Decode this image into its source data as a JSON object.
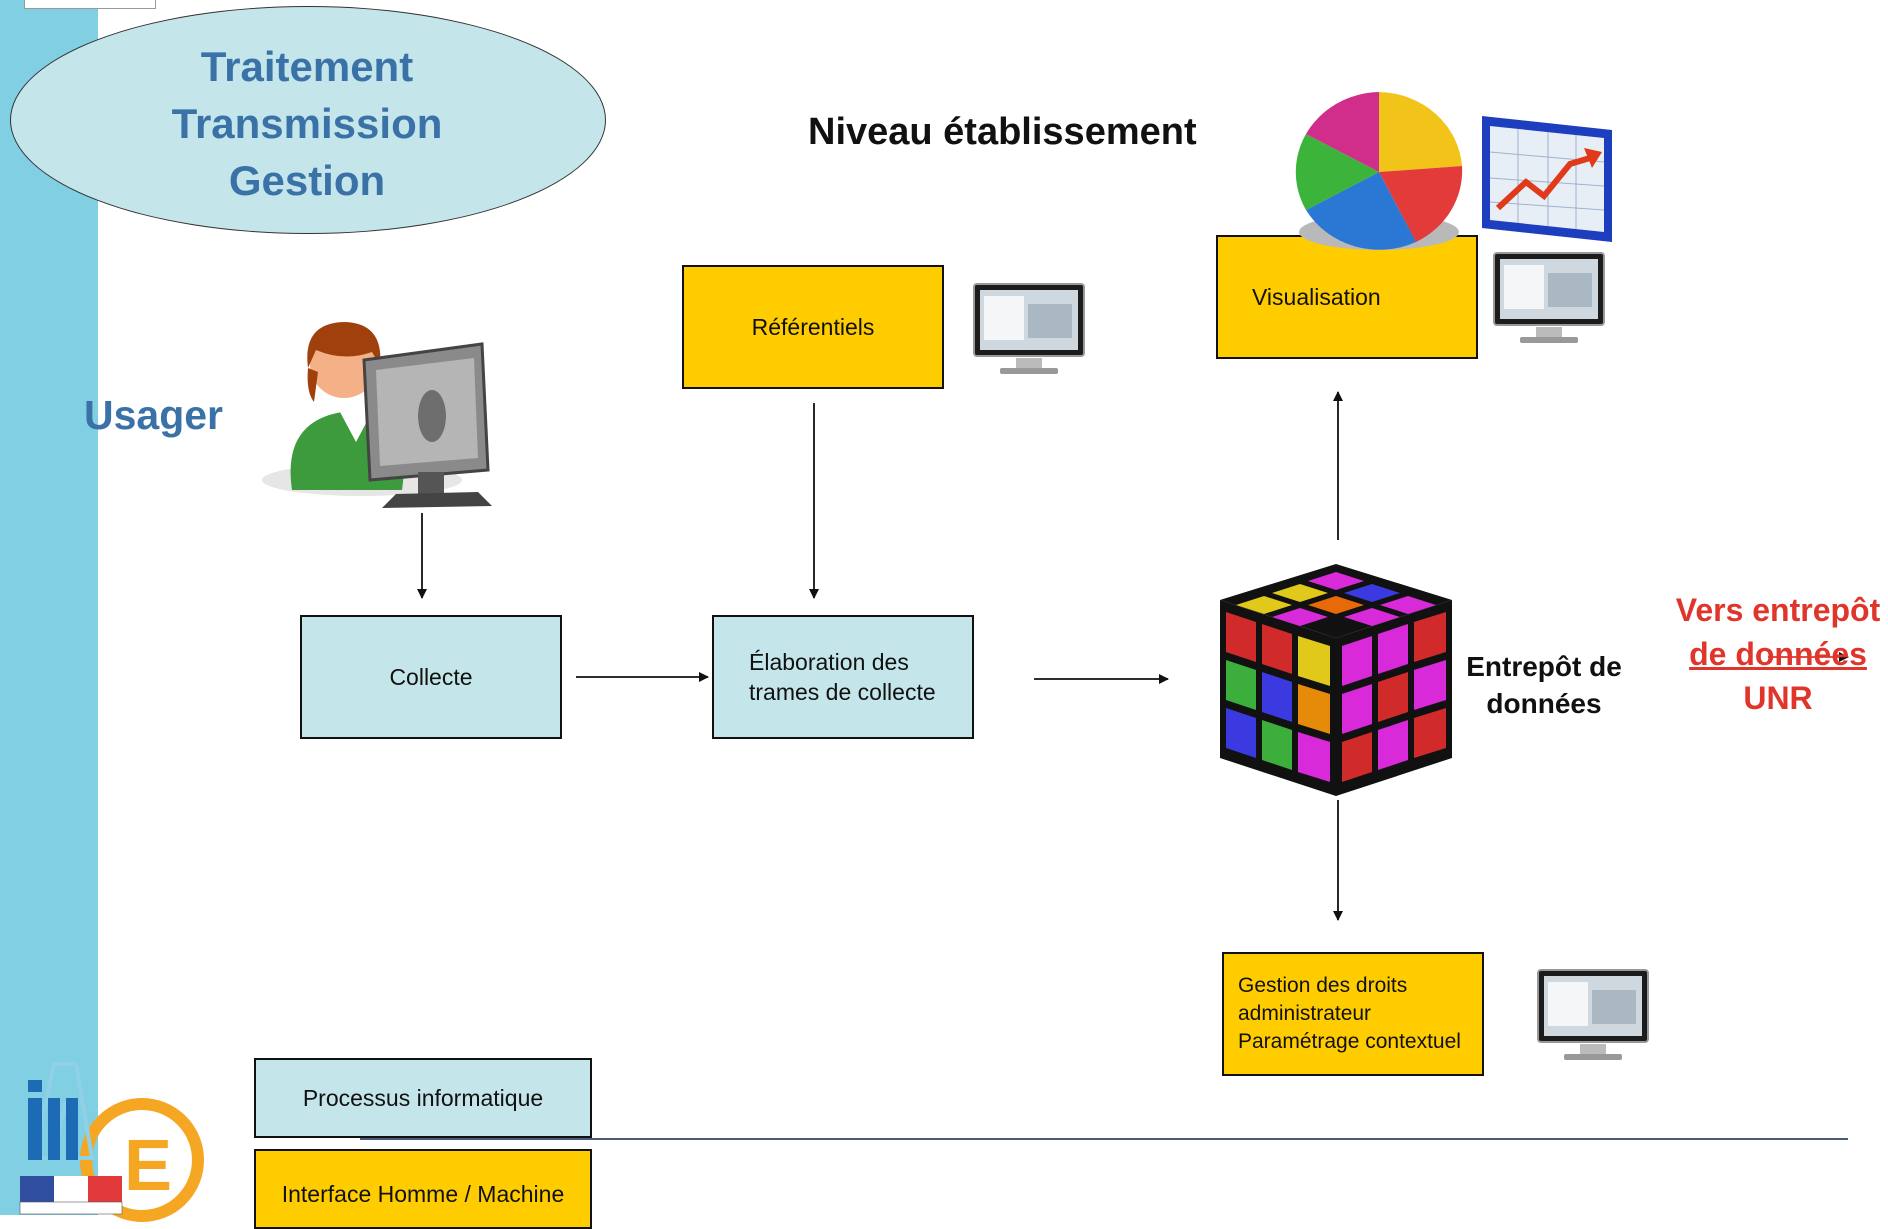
{
  "ellipse": {
    "lines": [
      "Traitement",
      "Transmission",
      "Gestion"
    ]
  },
  "heading": "Niveau établissement",
  "usager": "Usager",
  "boxes": {
    "collecte": "Collecte",
    "elaboration": [
      "Élaboration des",
      "trames de collecte"
    ],
    "referentiels": "Référentiels",
    "visualisation": "Visualisation",
    "gestion": [
      "Gestion des droits",
      "administrateur",
      "Paramétrage contextuel"
    ]
  },
  "entrepot": [
    "Entrepôt de",
    "données"
  ],
  "unr": [
    "Vers entrepôt",
    "de données",
    "UNR"
  ],
  "legend": {
    "processus": "Processus informatique",
    "interface": "Interface Homme / Machine"
  },
  "colors": {
    "process_box": "#c4e6ea",
    "interface_box": "#ffcc00",
    "title_blue": "#3a72a8",
    "unr_red": "#e0352b",
    "sidebar": "#80cfe2"
  },
  "icons": [
    "user-computer-icon",
    "monitor-icon",
    "pie-chart-icon",
    "line-chart-icon",
    "rubik-cube-icon",
    "logo-icon"
  ]
}
